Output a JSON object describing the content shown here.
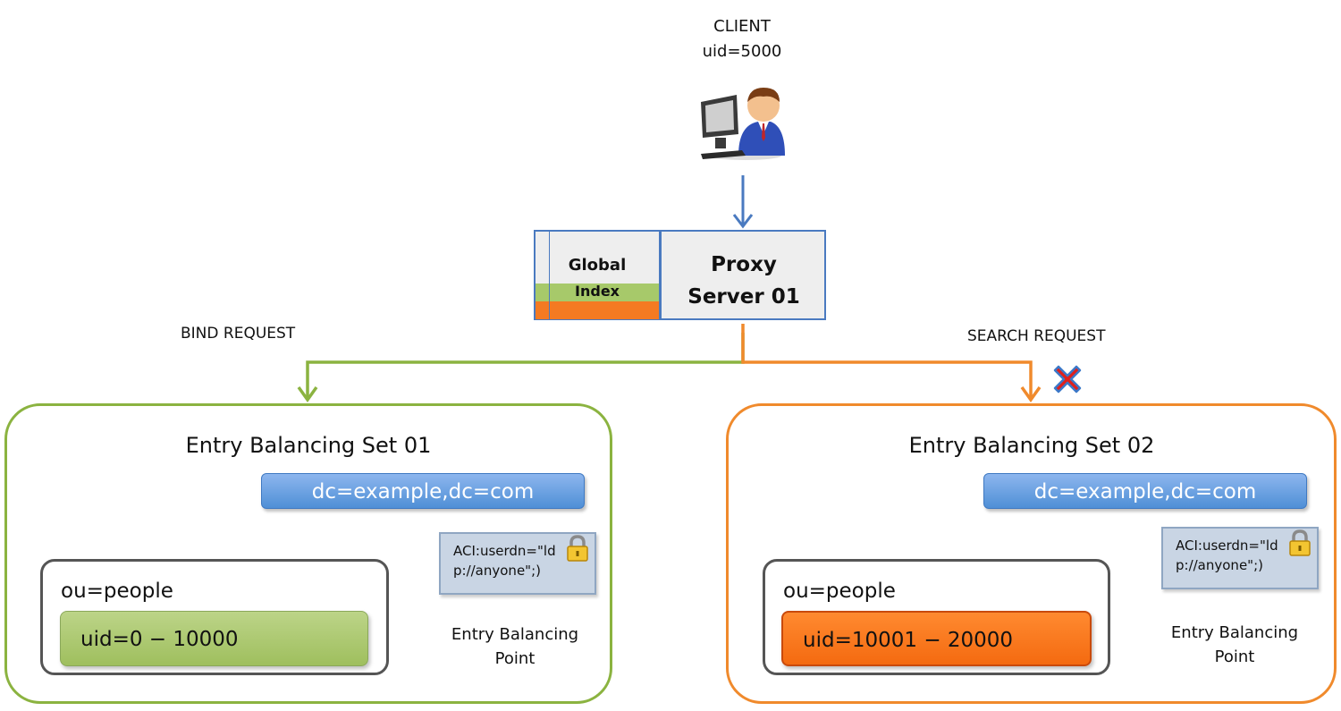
{
  "client": {
    "title": "CLIENT",
    "uid": "uid=5000"
  },
  "proxy": {
    "name_line1": "Proxy",
    "name_line2": "Server 01",
    "index_line1": "Global",
    "index_line2": "Index"
  },
  "requests": {
    "bind": "BIND REQUEST",
    "search": "SEARCH REQUEST"
  },
  "sets": [
    {
      "title": "Entry Balancing Set 01",
      "dn": "dc=example,dc=com",
      "ou": "ou=people",
      "uid_range": "uid=0 − 10000",
      "aci_line1": "ACI:userdn=\"ld",
      "aci_line2": "p://anyone\";)",
      "ebp_line1": "Entry Balancing",
      "ebp_line2": "Point"
    },
    {
      "title": "Entry Balancing Set 02",
      "dn": "dc=example,dc=com",
      "ou": "ou=people",
      "uid_range": "uid=10001 − 20000",
      "aci_line1": "ACI:userdn=\"ld",
      "aci_line2": "p://anyone\";)",
      "ebp_line1": "Entry Balancing",
      "ebp_line2": "Point"
    }
  ],
  "colors": {
    "blue_arrow": "#4a7ac0",
    "green": "#8bb340",
    "orange": "#f08a2c",
    "blocked": "#e0201c"
  },
  "icons": {
    "client": "user-at-computer-icon",
    "lock": "padlock-icon",
    "blocked": "red-x-icon"
  }
}
